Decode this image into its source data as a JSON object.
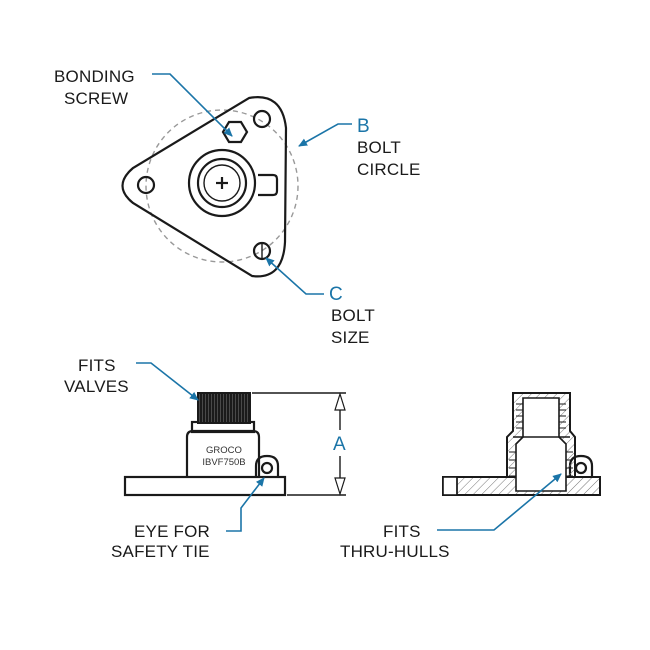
{
  "colors": {
    "line": "#1a1a1a",
    "accent": "#1b75a8",
    "dashed": "#999999",
    "hatch": "#555555"
  },
  "labels": {
    "bonding_screw_1": "BONDING",
    "bonding_screw_2": "SCREW",
    "b_letter": "B",
    "bolt_circle_1": "BOLT",
    "bolt_circle_2": "CIRCLE",
    "c_letter": "C",
    "bolt_size_1": "BOLT",
    "bolt_size_2": "SIZE",
    "fits_valves_1": "FITS",
    "fits_valves_2": "VALVES",
    "a_letter": "A",
    "eye_1": "EYE FOR",
    "eye_2": "SAFETY TIE",
    "thru_1": "FITS",
    "thru_2": "THRU-HULLS"
  },
  "part": {
    "brand": "GROCO",
    "model": "IBVF750B"
  }
}
